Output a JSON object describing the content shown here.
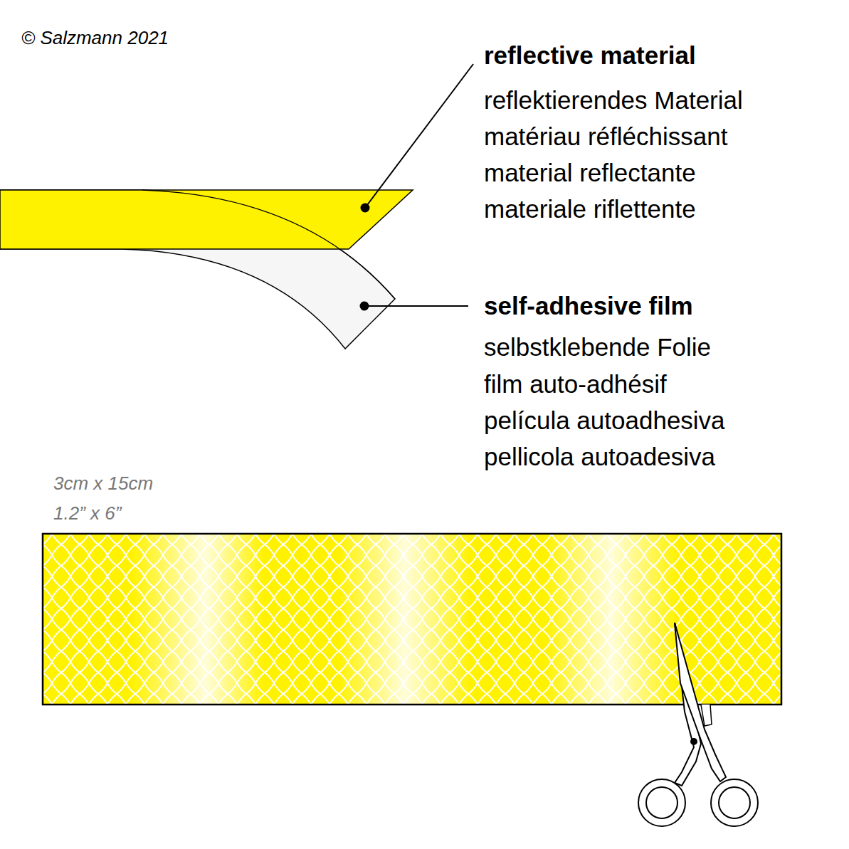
{
  "diagram": {
    "labels": [
      "© Salzmann 2021",
      "reflective material",
      "reflektierendes Material",
      "matériau réfléchissant",
      "material reflectante",
      "materiale riflettente",
      "self-adhesive film",
      "selbstklebende Folie",
      "film auto-adhésif",
      "película autoadhesiva",
      "pellicola autoadesiva",
      "3cm x 15cm",
      "1.2” x 6”"
    ]
  }
}
